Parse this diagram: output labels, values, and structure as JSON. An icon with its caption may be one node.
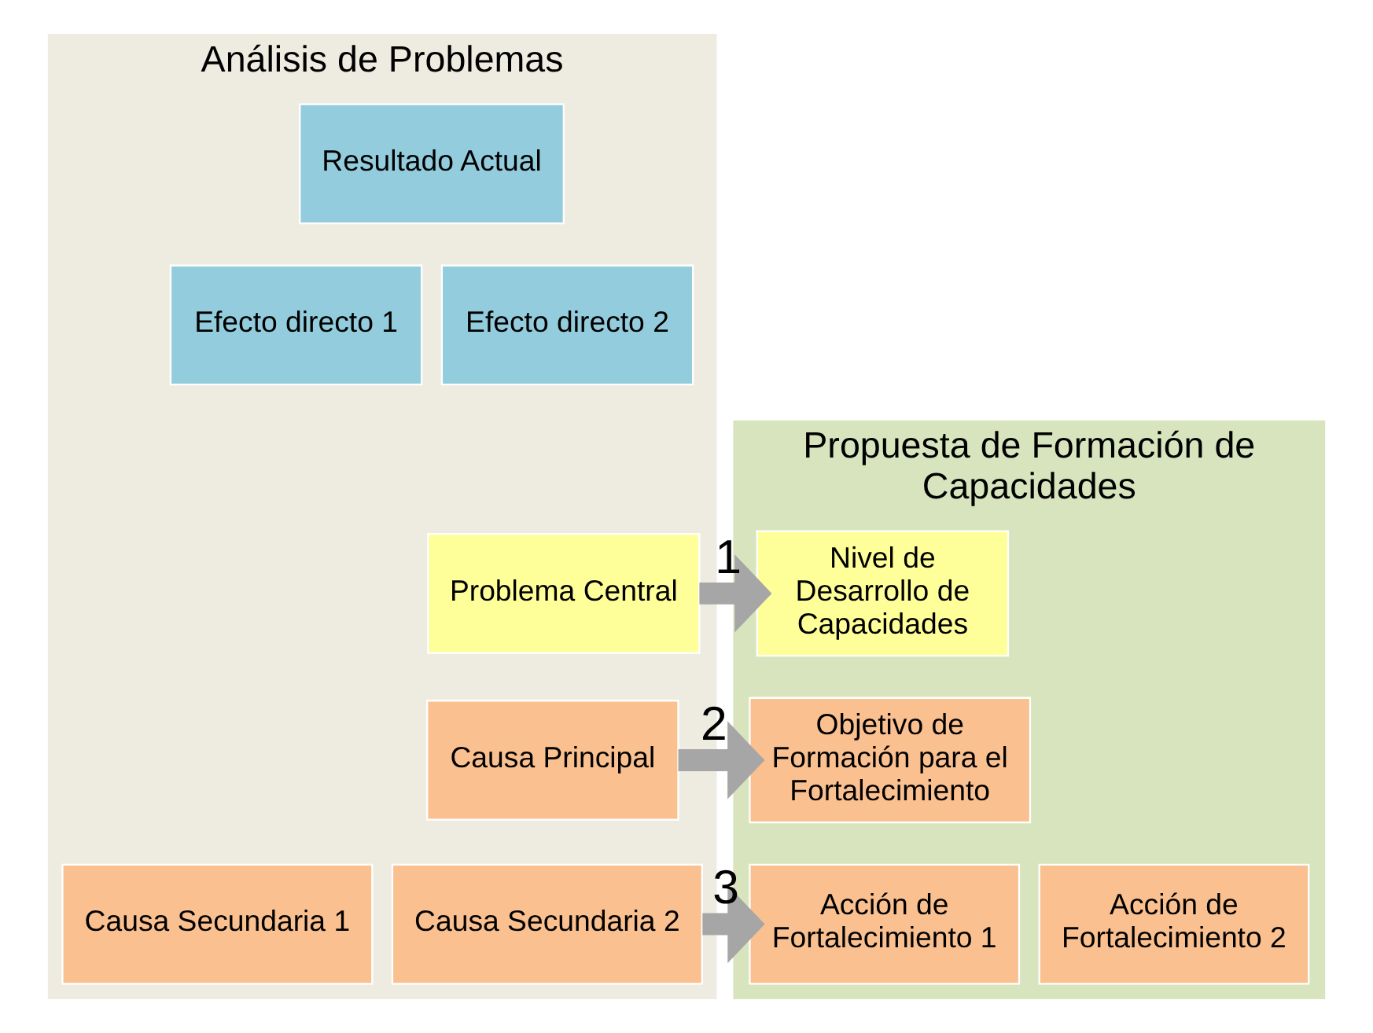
{
  "diagram": {
    "nodes": [
      {
        "text": [
          "Análisis de Problemas"
        ]
      },
      {
        "text": [
          "Resultado Actual"
        ],
        "in": 0
      },
      {
        "text": [
          "Efecto directo 1"
        ],
        "in": 0
      },
      {
        "text": [
          "Efecto directo 2"
        ],
        "in": 0
      },
      {
        "text": [
          "Problema Central"
        ],
        "in": 0
      },
      {
        "text": [
          "Causa Principal"
        ],
        "in": 0
      },
      {
        "text": [
          "Causa Secundaria 1"
        ],
        "in": 0
      },
      {
        "text": [
          "Causa Secundaria 2"
        ],
        "in": 0
      },
      {
        "text": [
          "Propuesta de Formación de Capacidades"
        ]
      },
      {
        "text": [
          "Nivel de Desarrollo de Capacidades"
        ],
        "in": 8
      },
      {
        "text": [
          "Objetivo de Formación para el Fortalecimiento"
        ],
        "in": 8
      },
      {
        "text": [
          "Acción de Fortalecimiento 1"
        ],
        "in": 8
      },
      {
        "text": [
          "Acción de Fortalecimiento 2"
        ],
        "in": 8
      }
    ],
    "edges": [
      {
        "from": 4,
        "to": 9,
        "arrow": "to",
        "label": "1"
      },
      {
        "from": 5,
        "to": 10,
        "arrow": "to",
        "label": "2"
      },
      {
        "from": 7,
        "to": 11,
        "arrow": "to",
        "label": "3"
      }
    ]
  }
}
